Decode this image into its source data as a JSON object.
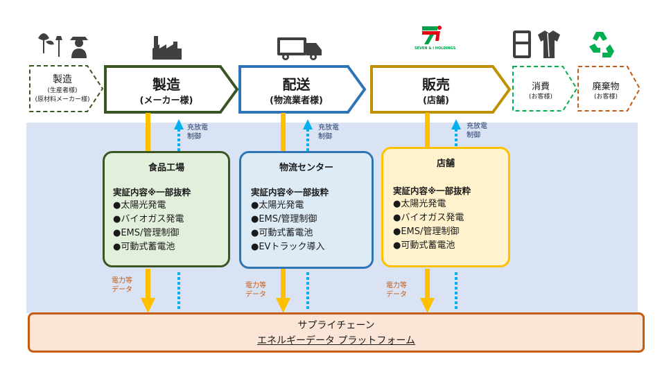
{
  "stages": [
    {
      "title": "製造",
      "sub": "(生産者様)",
      "sub2": "(原材料メーカー様)",
      "color": "#375623"
    },
    {
      "title": "製造",
      "sub": "(メーカー様)",
      "color": "#375623"
    },
    {
      "title": "配送",
      "sub": "(物流業者様)",
      "color": "#2e75b6"
    },
    {
      "title": "販売",
      "sub": "(店舗)",
      "color": "#bf9000"
    },
    {
      "title": "消費",
      "sub": "(お客様)",
      "color": "#00b050"
    },
    {
      "title": "廃棄物",
      "sub": "(お客様)",
      "color": "#c55a11"
    }
  ],
  "logo_text": "SEVEN & i HOLDINGS",
  "facilities": [
    {
      "title": "食品工場",
      "subtitle": "実証内容※一部抜粋",
      "items": [
        "●太陽光発電",
        "●バイオガス発電",
        "●EMS/管理制御",
        "●可動式蓄電池"
      ],
      "border": "#375623",
      "fill": "#e2efda"
    },
    {
      "title": "物流センター",
      "subtitle": "実証内容※一部抜粋",
      "items": [
        "●太陽光発電",
        "●EMS/管理制御",
        "●可動式蓄電池",
        "●EVトラック導入"
      ],
      "border": "#2e75b6",
      "fill": "#ddebf7"
    },
    {
      "title": "店舗",
      "subtitle": "実証内容※一部抜粋",
      "items": [
        "●太陽光発電",
        "●バイオガス発電",
        "●EMS/管理制御",
        "●可動式蓄電池"
      ],
      "border": "#ffc000",
      "fill": "#fff2cc"
    }
  ],
  "control_label": [
    "充放電",
    "制御"
  ],
  "data_label": [
    "電力等",
    "データ"
  ],
  "platform": {
    "line1": "サプライチェーン",
    "line2": "エネルギーデータ プラットフォーム"
  },
  "colors": {
    "panel": "#dae3f3",
    "arrow_up": "#00b0f0",
    "arrow_down": "#ffc000",
    "platform_border": "#c55a11",
    "platform_fill": "#fbe5d6"
  },
  "icons": [
    "farmer-icon",
    "factory-icon",
    "truck-icon",
    "seven-i-logo",
    "consumer-icon",
    "recycle-icon"
  ]
}
